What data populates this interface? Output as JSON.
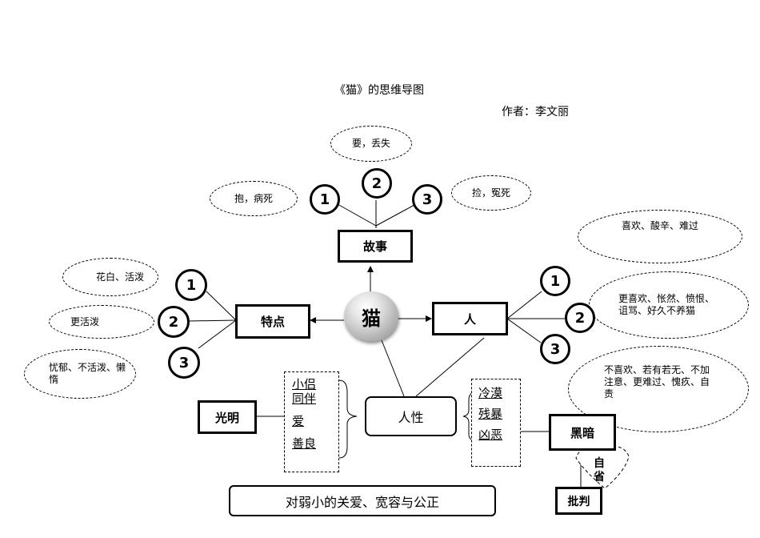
{
  "title": "《猫》的思维导图",
  "author": "作者：李文丽",
  "center": "猫",
  "story": {
    "label": "故事",
    "numbers": [
      "1",
      "2",
      "3"
    ],
    "notes": [
      "抱，病死",
      "要，丢失",
      "捡，冤死"
    ]
  },
  "features": {
    "label": "特点",
    "numbers": [
      "1",
      "2",
      "3"
    ],
    "notes": [
      "花白、活泼",
      "更活泼",
      "忧郁、不活泼、懒惰"
    ]
  },
  "people": {
    "label": "人",
    "numbers": [
      "1",
      "2",
      "3"
    ],
    "notes": [
      "喜欢、酸辛、难过",
      "更喜欢、怅然、愤恨、诅骂、好久不养猫",
      "不喜欢、若有若无、不加注意、更难过、愧疚、自责"
    ]
  },
  "humanity": {
    "label": "人性",
    "bright": {
      "label": "光明",
      "words": [
        "小侣",
        "同伴",
        "爱",
        "善良"
      ]
    },
    "dark": {
      "label": "黑暗",
      "words": [
        "冷漠",
        "残暴",
        "凶恶"
      ],
      "reflection": "自省",
      "criticism": "批判"
    }
  },
  "conclusion": "对弱小的关爱、宽容与公正"
}
